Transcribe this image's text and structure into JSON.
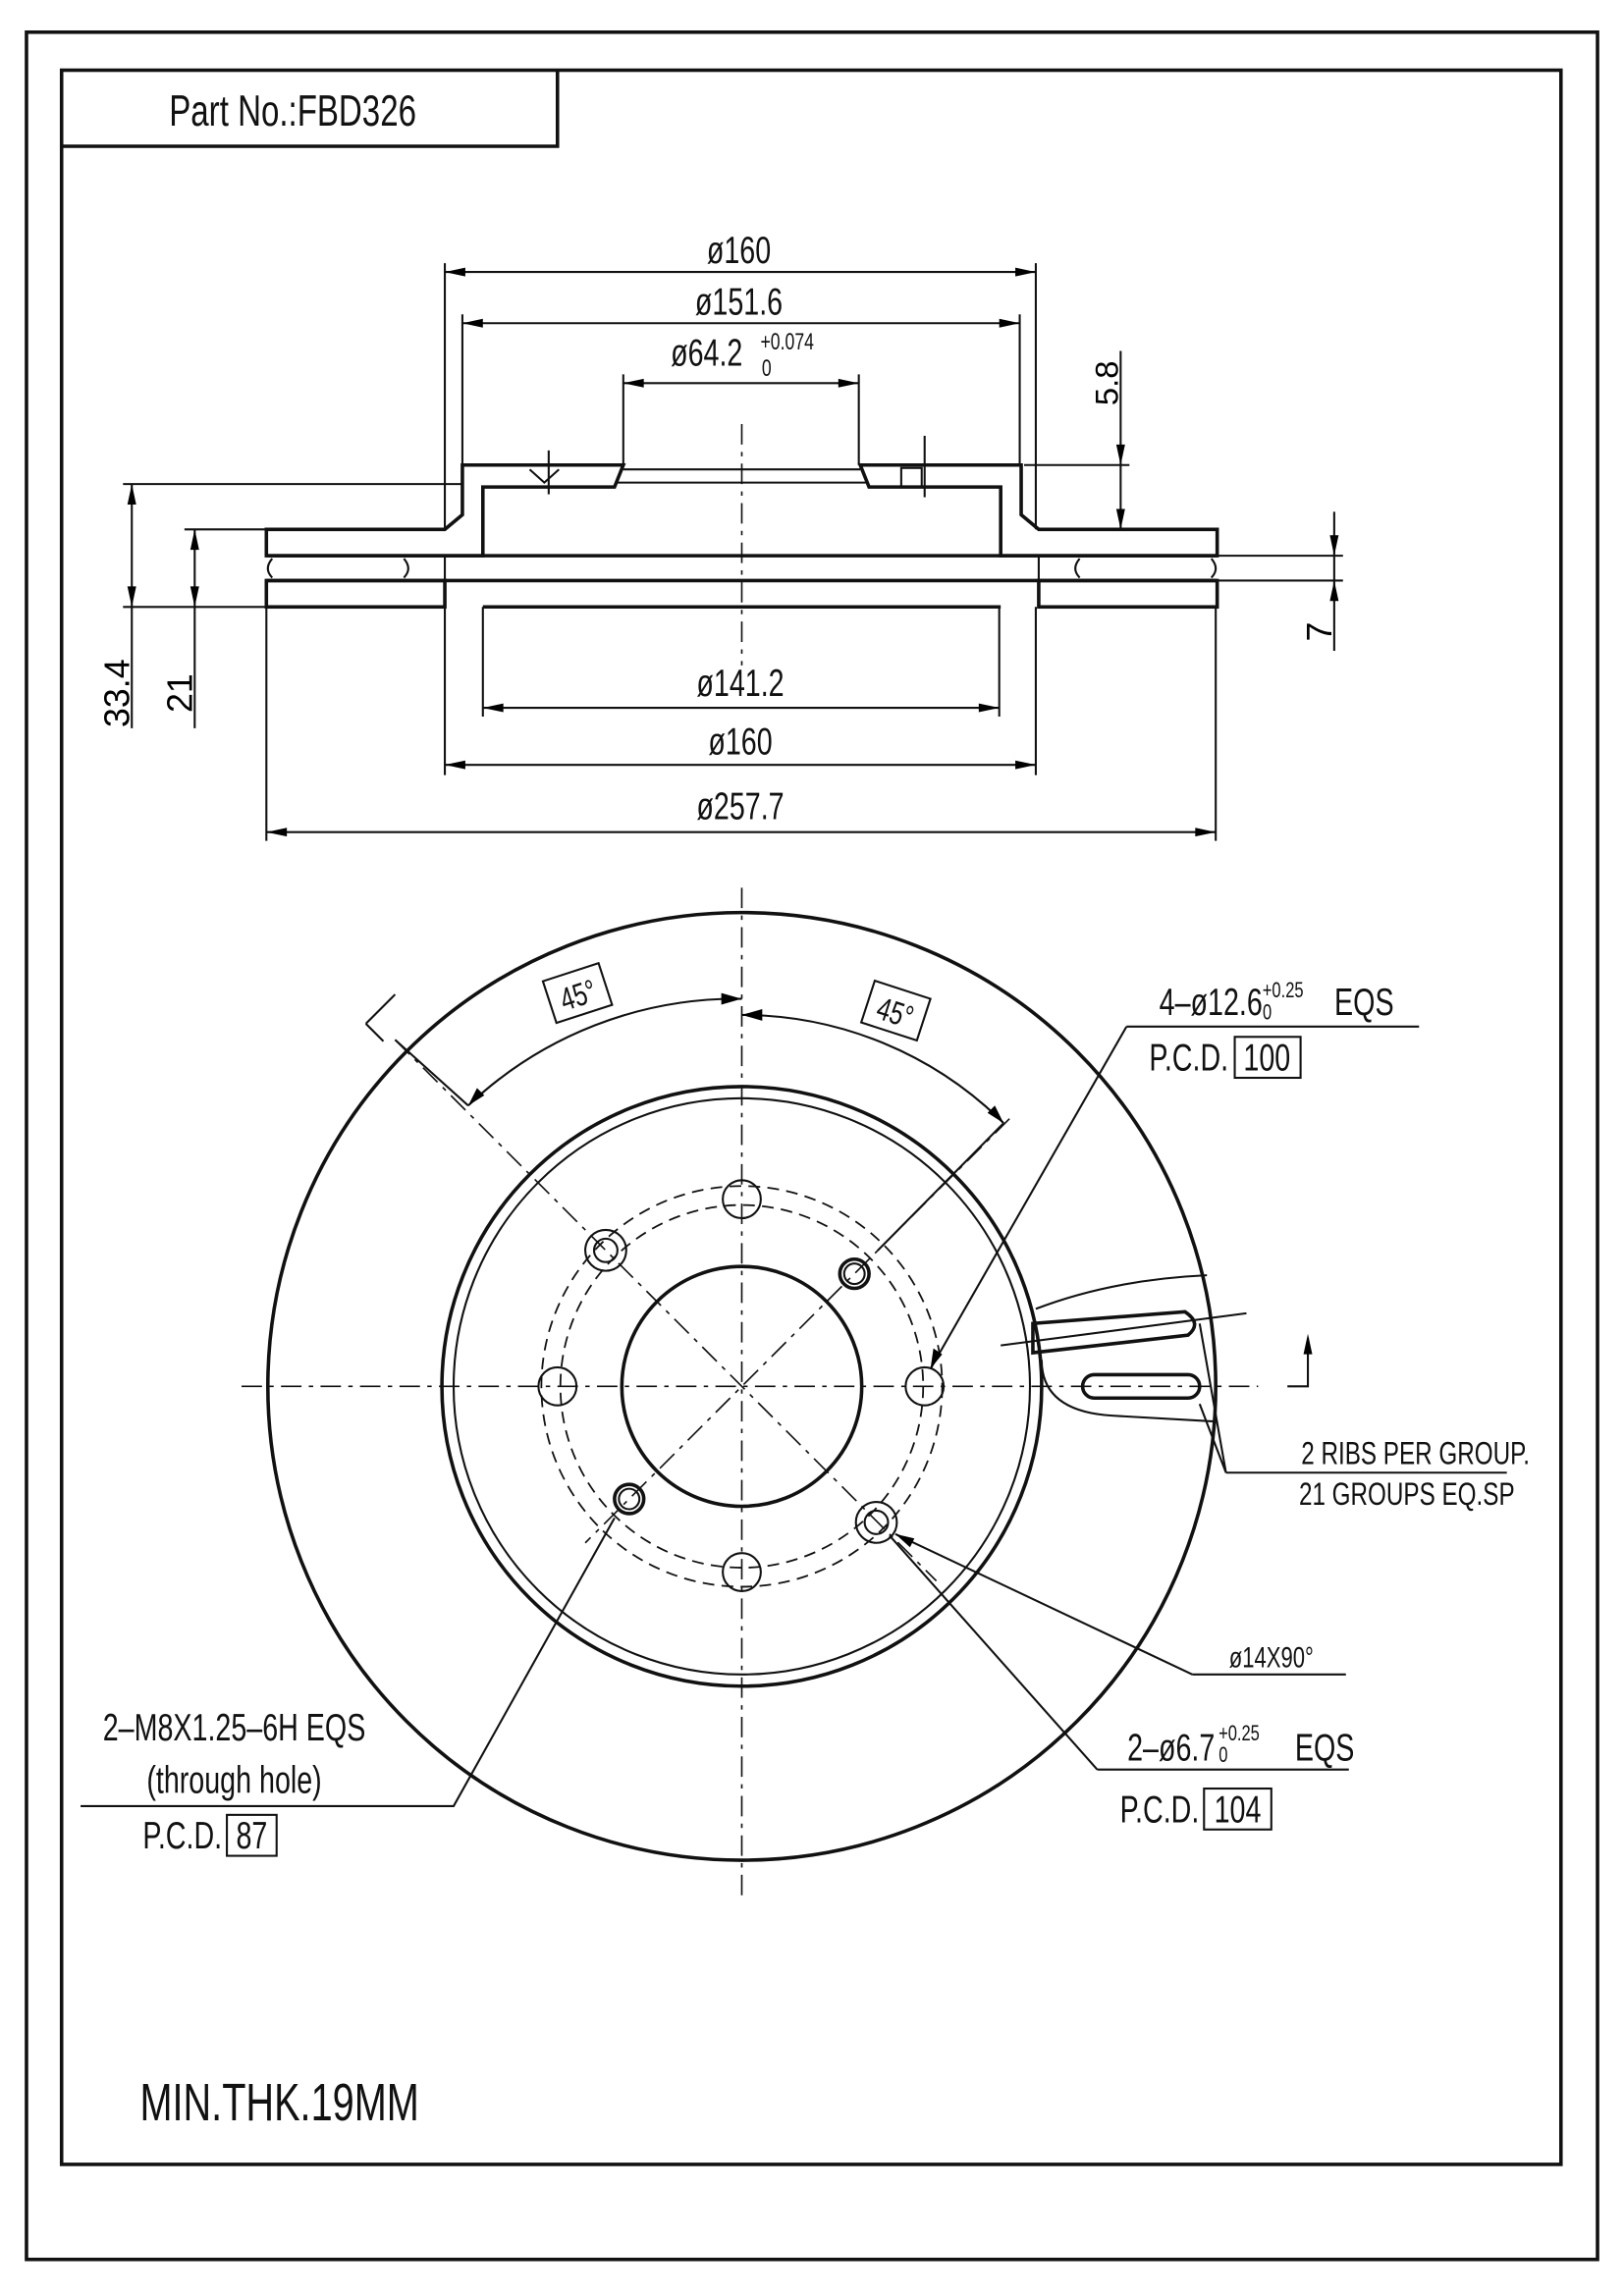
{
  "title_block": {
    "part_no_label": "Part No.:FBD326"
  },
  "section_view": {
    "dim_top_160": "ø160",
    "dim_151_6": "ø151.6",
    "dim_bore": "ø64.2",
    "dim_bore_tol_upper": "+0.074",
    "dim_bore_tol_lower": "0",
    "dim_5_8": "5.8",
    "dim_7": "7",
    "dim_33_4": "33.4",
    "dim_21": "21",
    "dim_141_2": "ø141.2",
    "dim_bottom_160": "ø160",
    "dim_257_7": "ø257.7"
  },
  "front_view": {
    "angle_left": "45°",
    "angle_right": "45°",
    "hole_12_6": {
      "prefix": "4–ø12.6",
      "tol_upper": "+0.25",
      "tol_lower": "0",
      "suffix": "EQS",
      "pcd_label": "P.C.D.",
      "pcd_value": "100"
    },
    "ribs_line1": "2 RIBS PER GROUP.",
    "ribs_line2": "21 GROUPS EQ.SP",
    "countersink": "ø14X90°",
    "hole_6_7": {
      "prefix": "2–ø6.7",
      "tol_upper": "+0.25",
      "tol_lower": "0",
      "suffix": "EQS",
      "pcd_label": "P.C.D.",
      "pcd_value": "104"
    },
    "thread": {
      "line1": "2–M8X1.25–6H EQS",
      "line2": "(through hole)",
      "pcd_label": "P.C.D.",
      "pcd_value": "87"
    }
  },
  "notes": {
    "min_thickness": "MIN.THK.19MM"
  }
}
